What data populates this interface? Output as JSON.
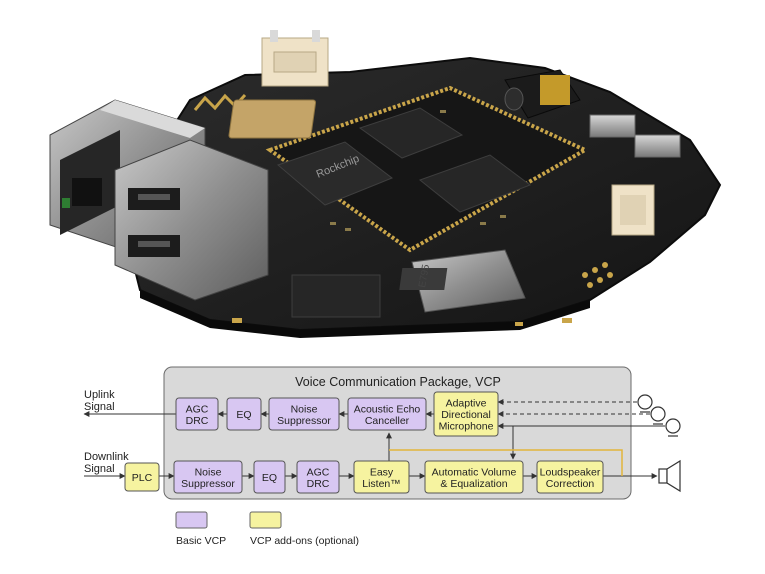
{
  "colors": {
    "package_fill": "#d9d9d9",
    "package_stroke": "#6b6b6b",
    "basic_fill": "#d8c7f2",
    "addon_fill": "#f6f3a0",
    "line": "#333333",
    "addon_line": "#e3b63a",
    "pcb": "#1e1e1e",
    "gold": "#c9a54a"
  },
  "diagram": {
    "title": "Voice Communication Package, VCP",
    "uplink_label": [
      "Uplink",
      "Signal"
    ],
    "downlink_label": [
      "Downlink",
      "Signal"
    ],
    "uplink_blocks": [
      {
        "id": "agc-drc-up",
        "lines": [
          "AGC",
          "DRC"
        ],
        "kind": "basic"
      },
      {
        "id": "eq-up",
        "lines": [
          "EQ"
        ],
        "kind": "basic"
      },
      {
        "id": "noise-suppressor-up",
        "lines": [
          "Noise",
          "Suppressor"
        ],
        "kind": "basic"
      },
      {
        "id": "acoustic-echo-canceller",
        "lines": [
          "Acoustic Echo",
          "Canceller"
        ],
        "kind": "basic"
      },
      {
        "id": "adaptive-directional-microphone",
        "lines": [
          "Adaptive",
          "Directional",
          "Microphone"
        ],
        "kind": "addon"
      }
    ],
    "downlink_blocks": [
      {
        "id": "plc",
        "lines": [
          "PLC"
        ],
        "kind": "addon"
      },
      {
        "id": "noise-suppressor-down",
        "lines": [
          "Noise",
          "Suppressor"
        ],
        "kind": "basic"
      },
      {
        "id": "eq-down",
        "lines": [
          "EQ"
        ],
        "kind": "basic"
      },
      {
        "id": "agc-drc-down",
        "lines": [
          "AGC",
          "DRC"
        ],
        "kind": "basic"
      },
      {
        "id": "easy-listen",
        "lines": [
          "Easy",
          "Listen™"
        ],
        "kind": "addon"
      },
      {
        "id": "automatic-volume-equalization",
        "lines": [
          "Automatic Volume",
          "& Equalization"
        ],
        "kind": "addon"
      },
      {
        "id": "loudspeaker-correction",
        "lines": [
          "Loudspeaker",
          "Correction"
        ],
        "kind": "addon"
      }
    ],
    "legend": {
      "basic": "Basic VCP",
      "addon": "VCP add-ons (optional)"
    },
    "board_markings": {
      "brand": "Rockchip",
      "sd_label": "E795"
    }
  }
}
